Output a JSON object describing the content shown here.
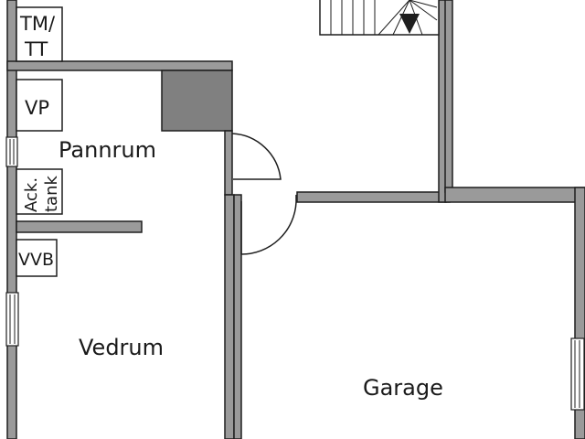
{
  "plan": {
    "rooms": {
      "pannrum": "Pannrum",
      "vedrum": "Vedrum",
      "garage": "Garage"
    },
    "fixtures": {
      "tm_tt_line1": "TM/",
      "tm_tt_line2": "TT",
      "vp": "VP",
      "ack_tank_line1": "Ack.",
      "ack_tank_line2": "tank",
      "vvb": "VVB"
    }
  }
}
